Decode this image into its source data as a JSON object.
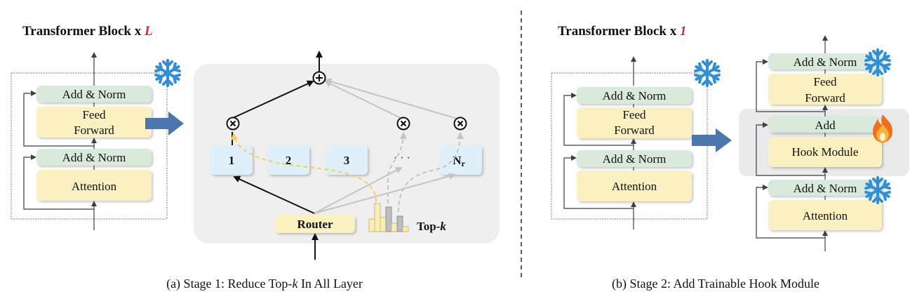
{
  "stage1": {
    "title_prefix": "Transformer Block x ",
    "title_var": "L",
    "block": {
      "add_norm_top": "Add & Norm",
      "ffn_line1": "Feed",
      "ffn_line2": "Forward",
      "add_norm_bottom": "Add & Norm",
      "attention": "Attention"
    },
    "moe": {
      "experts": [
        "1",
        "2",
        "3",
        "· · ·",
        "N"
      ],
      "expert_subscript": "r",
      "sum_symbol": "⊕",
      "mult_symbol": "⊗",
      "router": "Router",
      "topk_prefix": "Top-",
      "topk_var": "k"
    },
    "caption_prefix": "(a) Stage 1:  Reduce Top-",
    "caption_var": "k",
    "caption_suffix": " In All Layer"
  },
  "stage2": {
    "title_prefix": "Transformer Block x ",
    "title_var": "1",
    "block": {
      "add_norm_top": "Add & Norm",
      "ffn_line1": "Feed",
      "ffn_line2": "Forward",
      "add_norm_bottom": "Add & Norm",
      "attention": "Attention"
    },
    "hooked": {
      "add_norm_top": "Add & Norm",
      "ffn_line1": "Feed",
      "ffn_line2": "Forward",
      "add": "Add",
      "hook_module": "Hook Module",
      "add_norm_bottom": "Add & Norm",
      "attention": "Attention"
    },
    "caption": "(b) Stage 2: Add Trainable Hook Module"
  },
  "icons": {
    "frozen": "snowflake-icon",
    "trainable": "fire-icon",
    "transition": "right-arrow-icon"
  },
  "colors": {
    "accent_red": "#d62a2a",
    "snowflake_blue": "#2f8fd8",
    "arrow_blue": "#4a75ad",
    "router_yellow_dash": "#f6cf5a"
  },
  "topk_histogram": {
    "bars": [
      {
        "value": 0.45,
        "selected": false
      },
      {
        "value": 1.0,
        "selected": false
      },
      {
        "value": 0.5,
        "selected": false
      },
      {
        "value": 0.88,
        "selected": true
      },
      {
        "value": 0.3,
        "selected": false
      },
      {
        "value": 0.55,
        "selected": true
      },
      {
        "value": 0.18,
        "selected": false
      }
    ]
  }
}
